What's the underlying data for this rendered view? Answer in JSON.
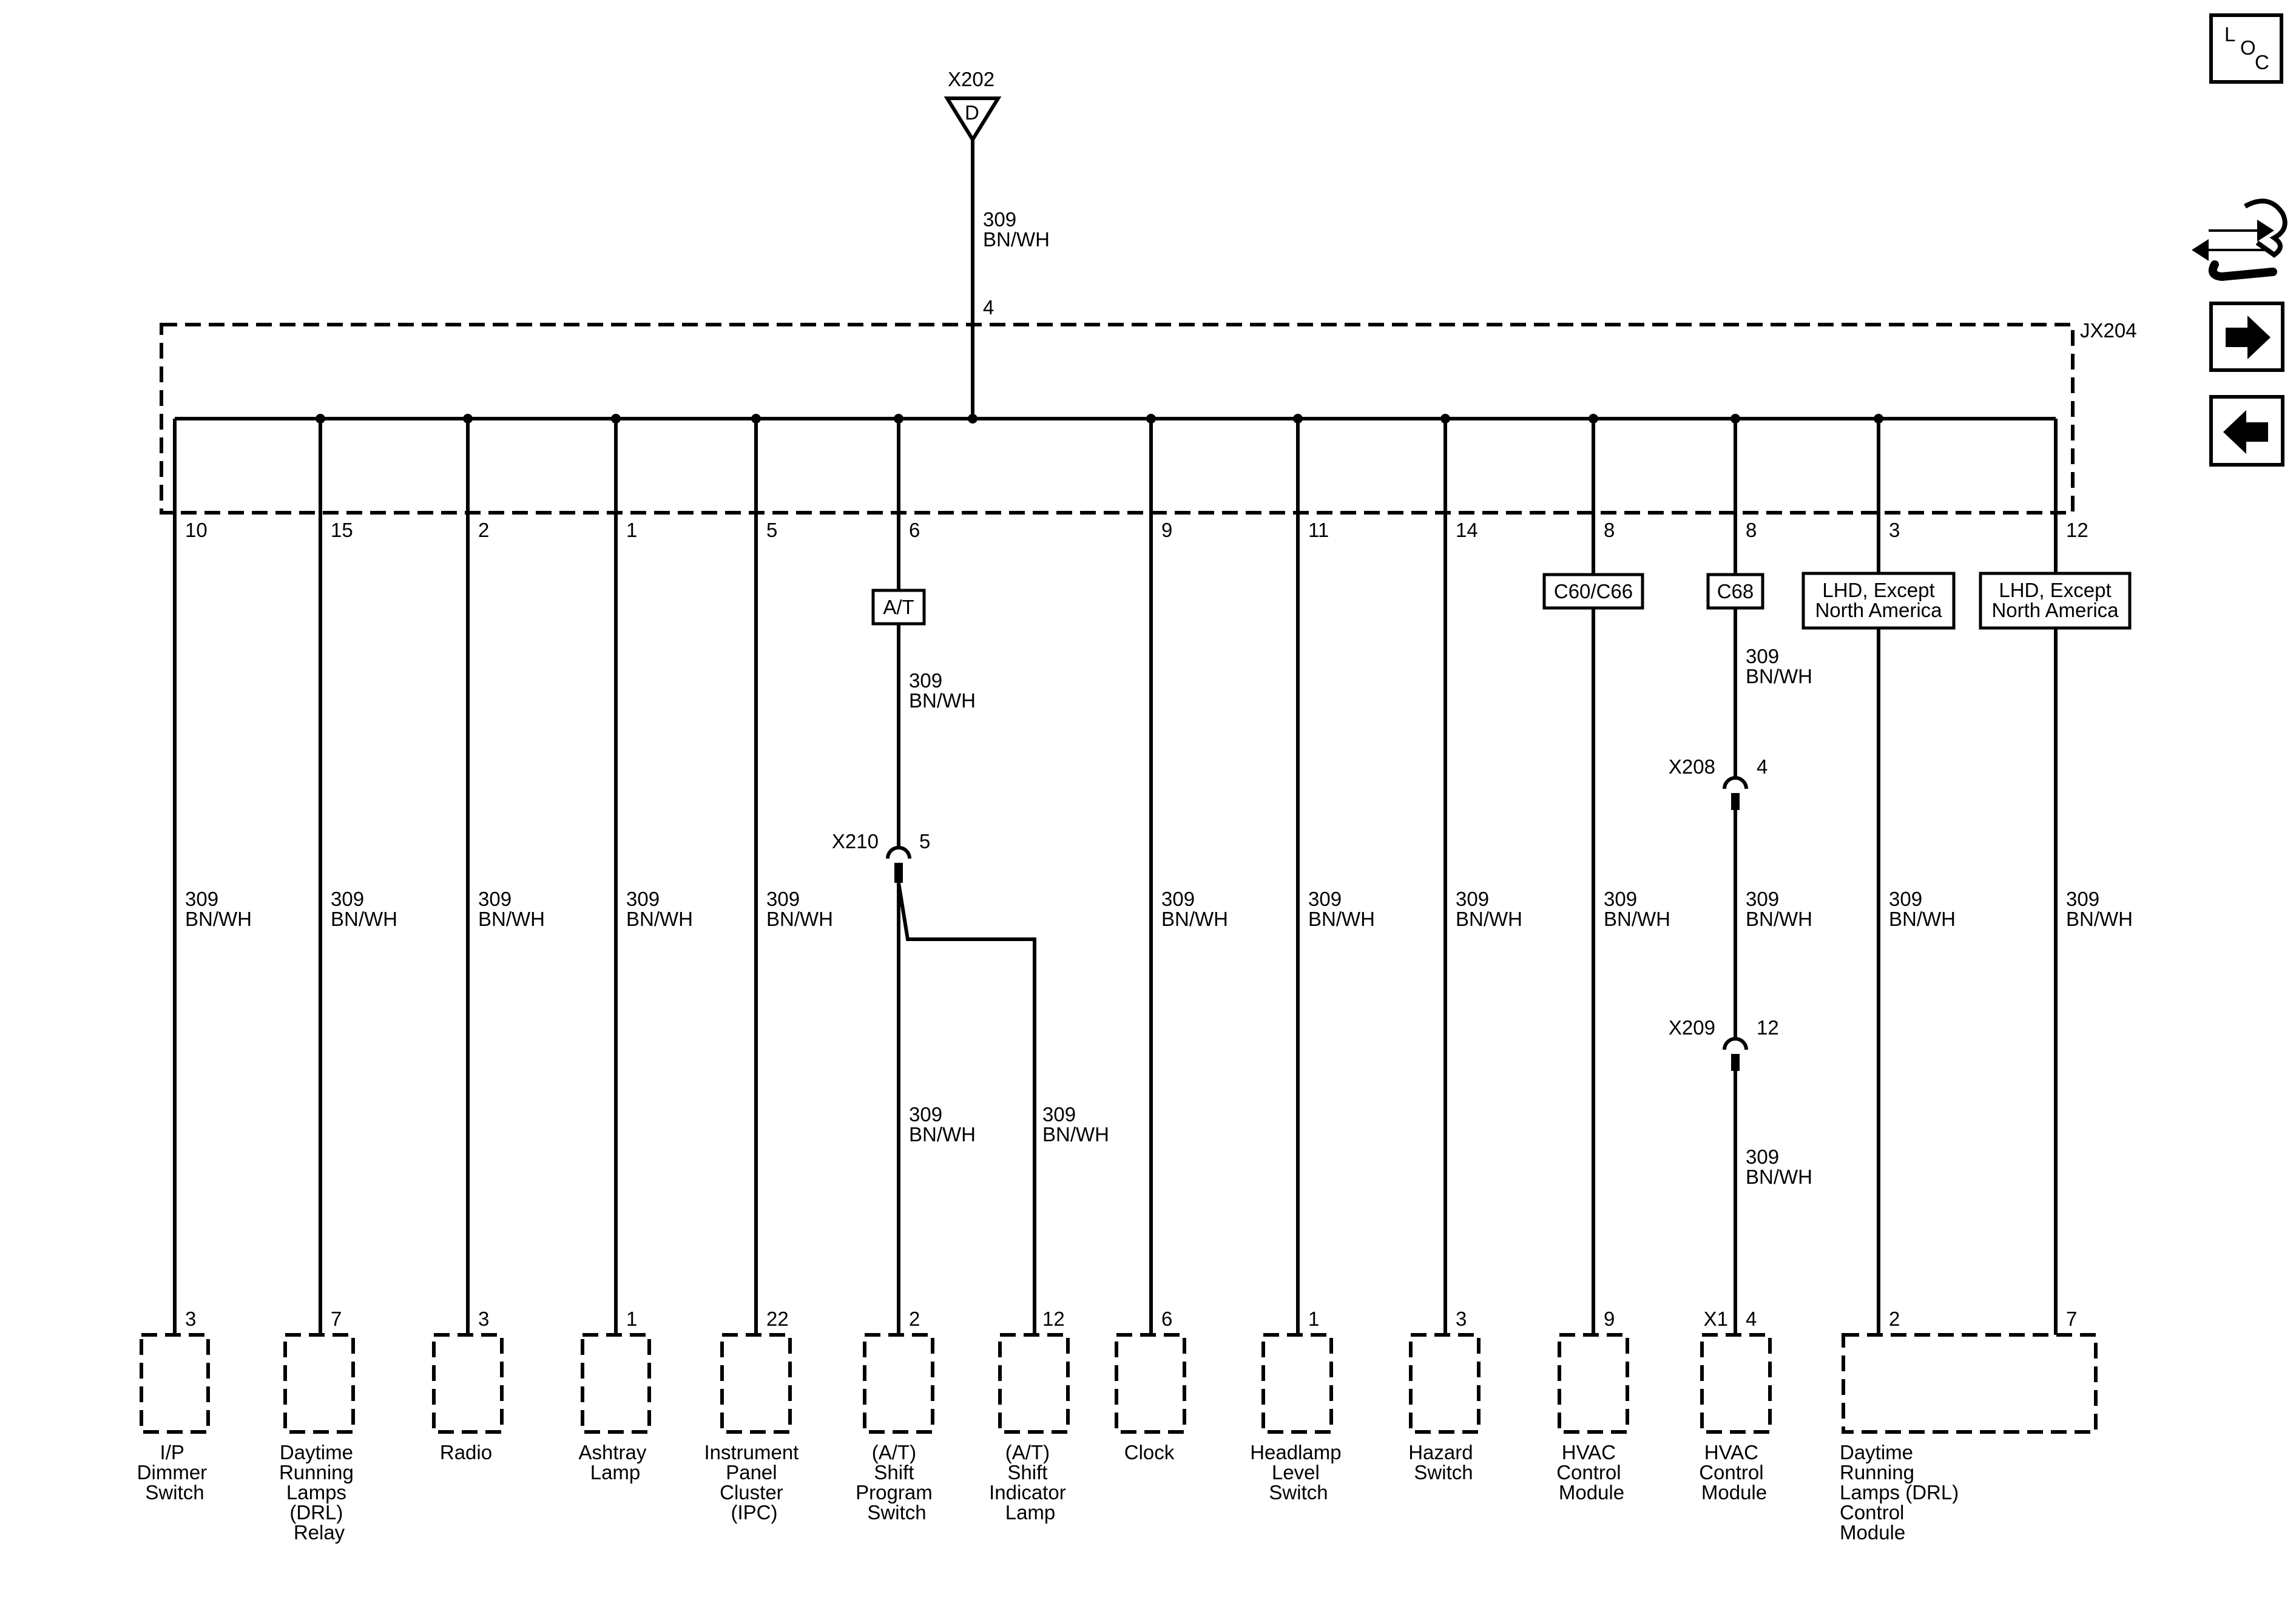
{
  "header": {
    "source_connector": "X202",
    "source_terminal": "D",
    "splice_pin": "4",
    "splice_pack": "JX204",
    "wire_circuit": "309",
    "wire_color": "BN/WH"
  },
  "side_icons": {
    "loc_l": "L",
    "loc_o": "O",
    "loc_c": "C",
    "icons": [
      "connector-end-view-icon",
      "next-page-arrow-icon",
      "previous-page-arrow-icon"
    ]
  },
  "branches": [
    {
      "splice_pin": "10",
      "option": "",
      "component_pin": "3",
      "component": [
        "I/P",
        "Dimmer",
        "Switch"
      ]
    },
    {
      "splice_pin": "15",
      "option": "",
      "component_pin": "7",
      "component": [
        "Daytime",
        "Running",
        "Lamps",
        "(DRL)",
        "Relay"
      ]
    },
    {
      "splice_pin": "2",
      "option": "",
      "component_pin": "3",
      "component": [
        "Radio"
      ]
    },
    {
      "splice_pin": "1",
      "option": "",
      "component_pin": "1",
      "component": [
        "Ashtray",
        "Lamp"
      ]
    },
    {
      "splice_pin": "5",
      "option": "",
      "component_pin": "22",
      "component": [
        "Instrument",
        "Panel",
        "Cluster",
        "(IPC)"
      ]
    },
    {
      "splice_pin": "6",
      "option": "A/T",
      "inline": {
        "name": "X210",
        "pin": "5"
      },
      "component_pin": "2",
      "component": [
        "(A/T)",
        "Shift",
        "Program",
        "Switch"
      ]
    },
    {
      "splice_pin": "",
      "option": "",
      "component_pin": "12",
      "component": [
        "(A/T)",
        "Shift",
        "Indicator",
        "Lamp"
      ]
    },
    {
      "splice_pin": "9",
      "option": "",
      "component_pin": "6",
      "component": [
        "Clock"
      ]
    },
    {
      "splice_pin": "11",
      "option": "",
      "component_pin": "1",
      "component": [
        "Headlamp",
        "Level",
        "Switch"
      ]
    },
    {
      "splice_pin": "14",
      "option": "",
      "component_pin": "3",
      "component": [
        "Hazard",
        "Switch"
      ]
    },
    {
      "splice_pin": "8",
      "option": "C60/C66",
      "component_pin": "9",
      "component": [
        "HVAC",
        "Control",
        "Module"
      ]
    },
    {
      "splice_pin": "8",
      "option": "C68",
      "inline": [
        {
          "name": "X208",
          "pin": "4"
        },
        {
          "name": "X209",
          "pin": "12"
        }
      ],
      "component_connector": "X1",
      "component_pin": "4",
      "component": [
        "HVAC",
        "Control",
        "Module"
      ]
    },
    {
      "splice_pin": "3",
      "option": "LHD, Except|North America",
      "component_pin": "2",
      "component": [
        "Daytime",
        "Running",
        "Lamps (DRL)",
        "Control",
        "Module"
      ]
    },
    {
      "splice_pin": "12",
      "option": "LHD, Except|North America",
      "component_pin": "7",
      "component": []
    }
  ]
}
